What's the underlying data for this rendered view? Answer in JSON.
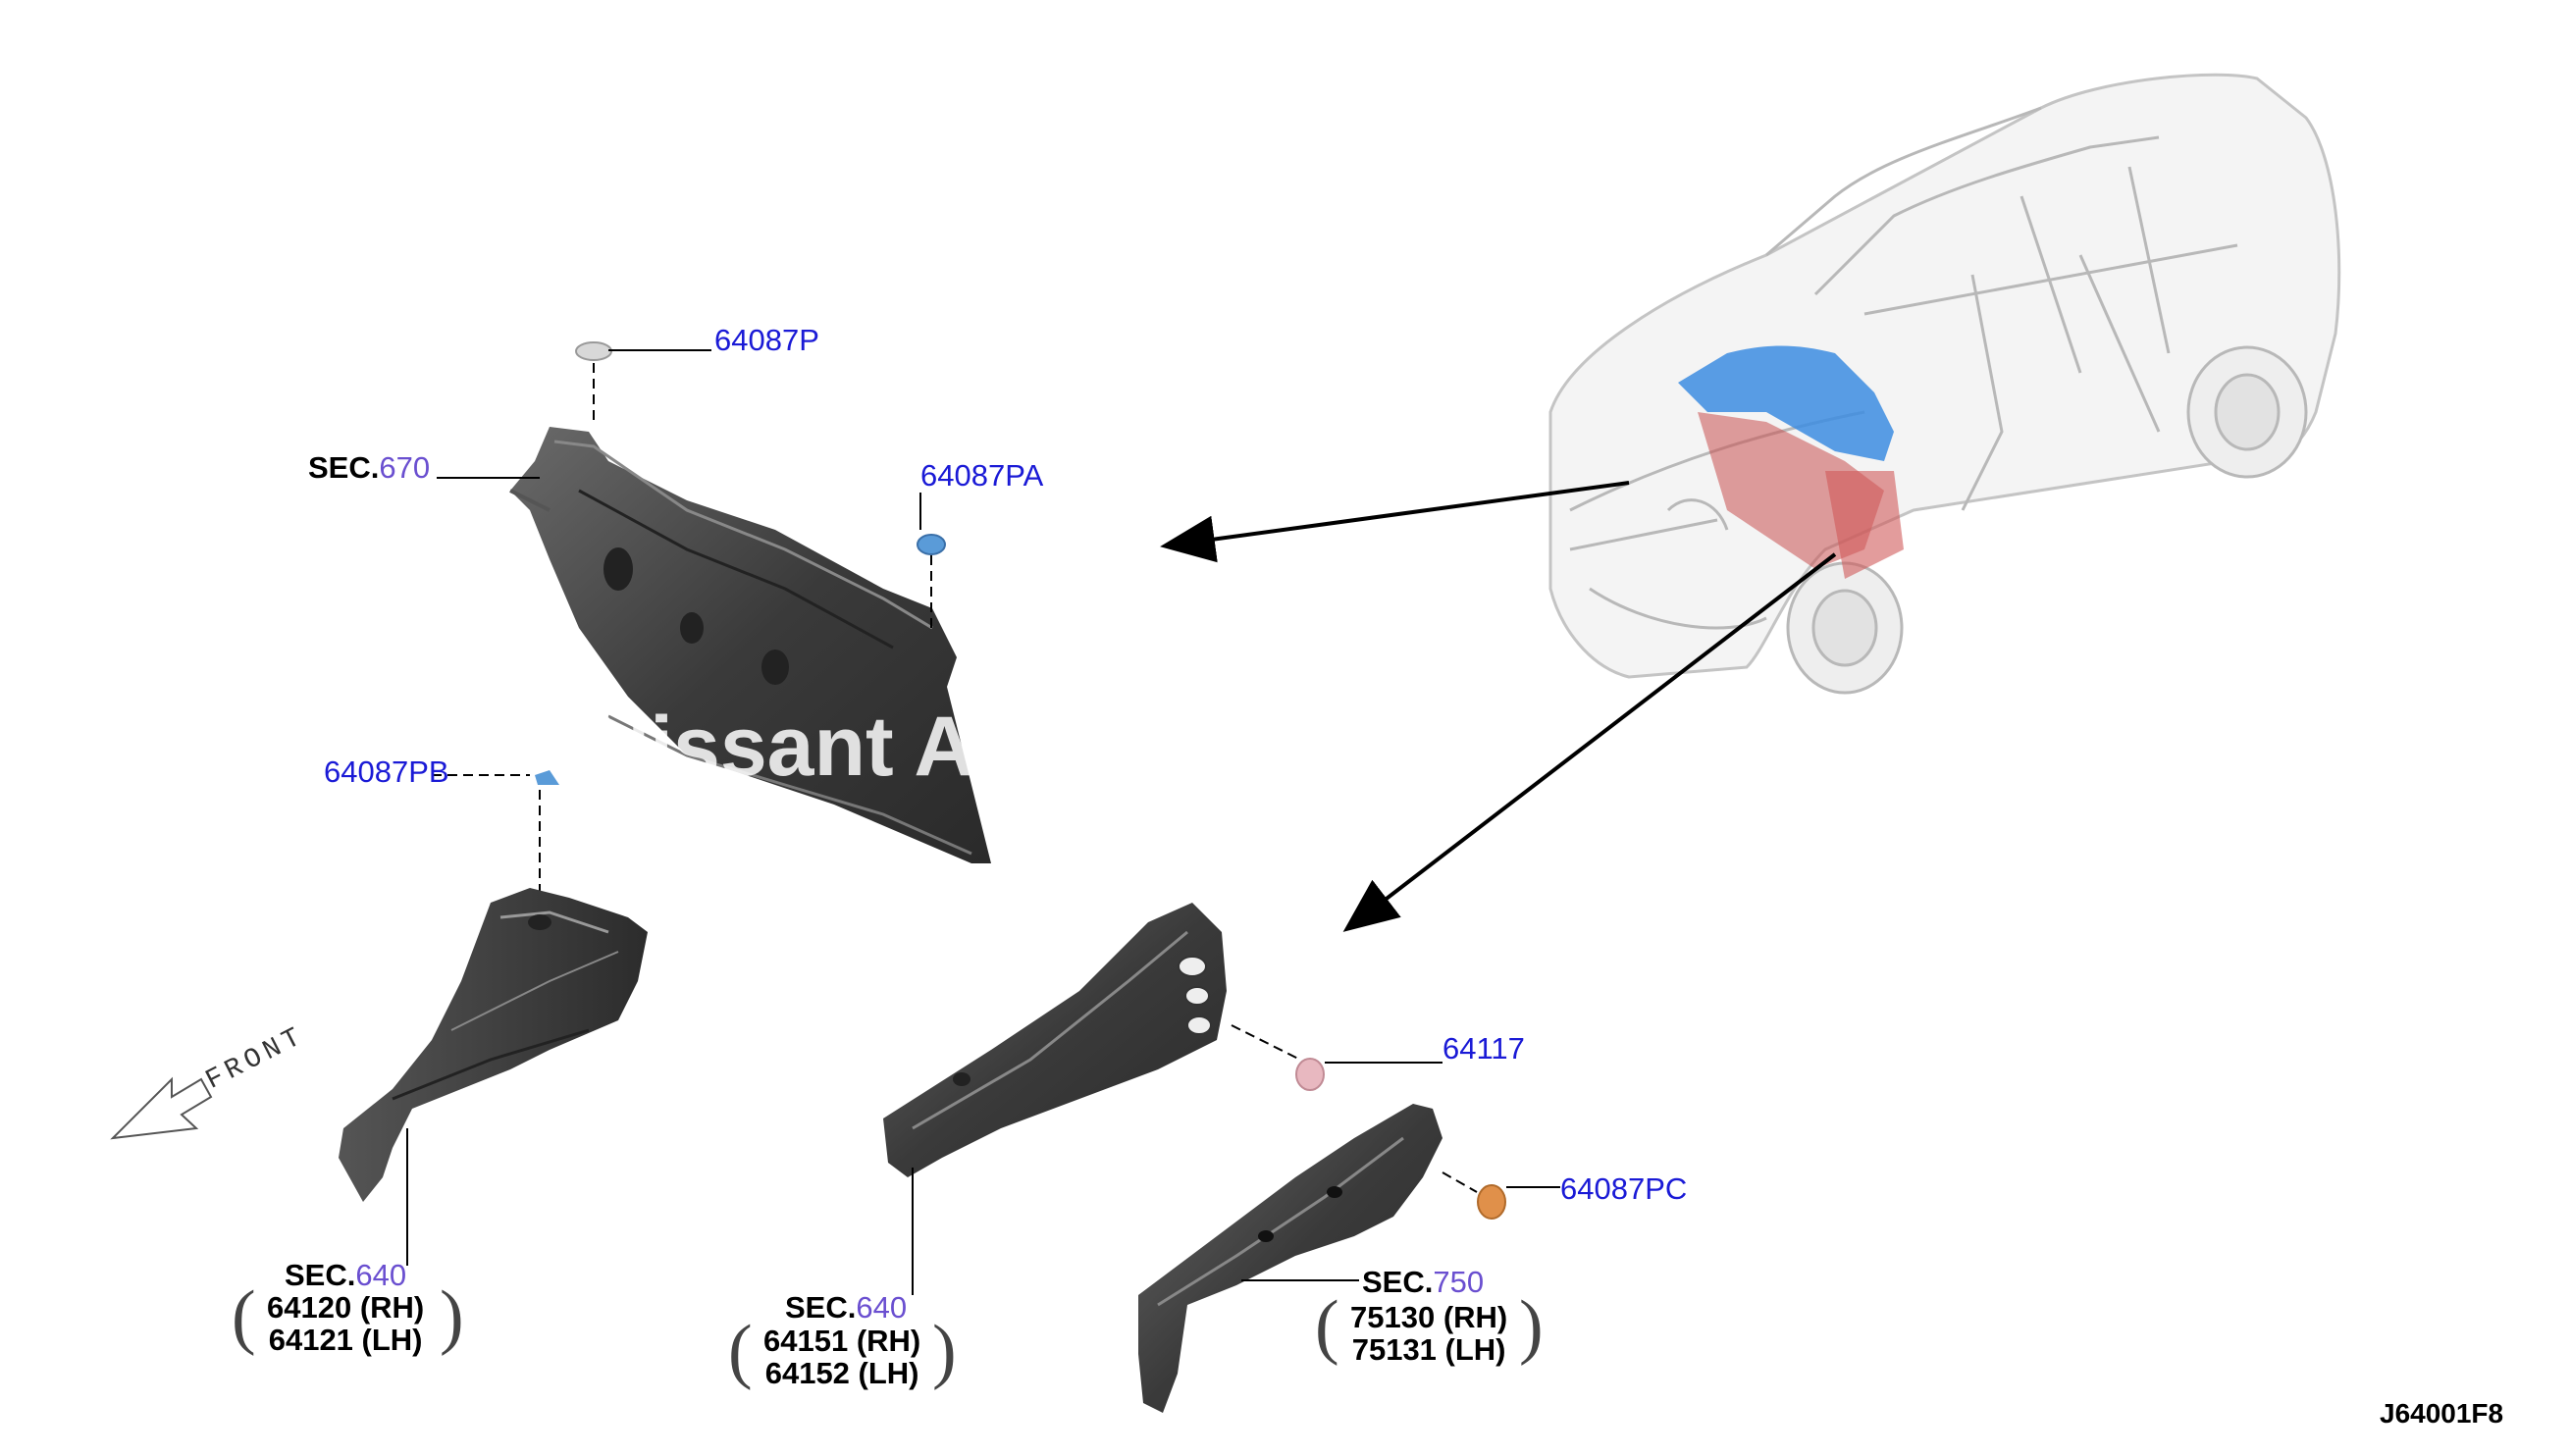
{
  "diagram": {
    "drawing_code": "J64001F8",
    "front_label": "FRONT",
    "watermark": "Nissant Au",
    "parts": {
      "p_64087P": "64087P",
      "p_64087PA": "64087PA",
      "p_64087PB": "64087PB",
      "p_64117": "64117",
      "p_64087PC": "64087PC"
    },
    "sec_prefix": "SEC.",
    "sec_670": "670",
    "sec_640a": "640",
    "sec_640b": "640",
    "sec_750": "750",
    "groups": {
      "g1_line1": "64120 (RH)",
      "g1_line2": "64121 (LH)",
      "g2_line1": "64151 (RH)",
      "g2_line2": "64152 (LH)",
      "g3_line1": "75130 (RH)",
      "g3_line2": "75131 (LH)"
    },
    "colors": {
      "label_blue": "#1a1ad6",
      "sec_purple": "#6a4fd0",
      "part_dark": "#3a3a3a",
      "clip_blue": "#5a9bd8",
      "clip_orange": "#e0904a",
      "clip_pink": "#e8b8c0",
      "car_highlight_blue": "#3c8ce0",
      "car_highlight_red": "#c85050"
    }
  }
}
